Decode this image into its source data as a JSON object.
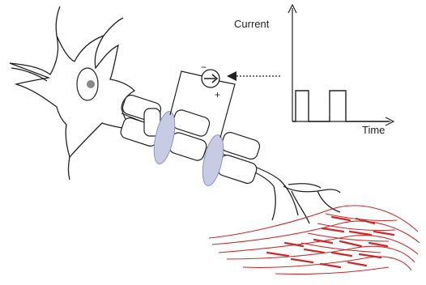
{
  "diagram": {
    "graph": {
      "y_label": "Current",
      "x_label": "Time"
    },
    "components": {
      "neuron": "neuron-soma",
      "myelin": "myelin-sheath",
      "nodes": "nodes-of-ranvier",
      "stimulator": "current-source",
      "muscle": "muscle-fibers"
    },
    "colors": {
      "outline": "#222222",
      "nucleus": "#888888",
      "node_fill": "#c8cbe4",
      "muscle": "#cc2a2a"
    },
    "symbols": {
      "plus": "+",
      "minus": "−"
    }
  }
}
